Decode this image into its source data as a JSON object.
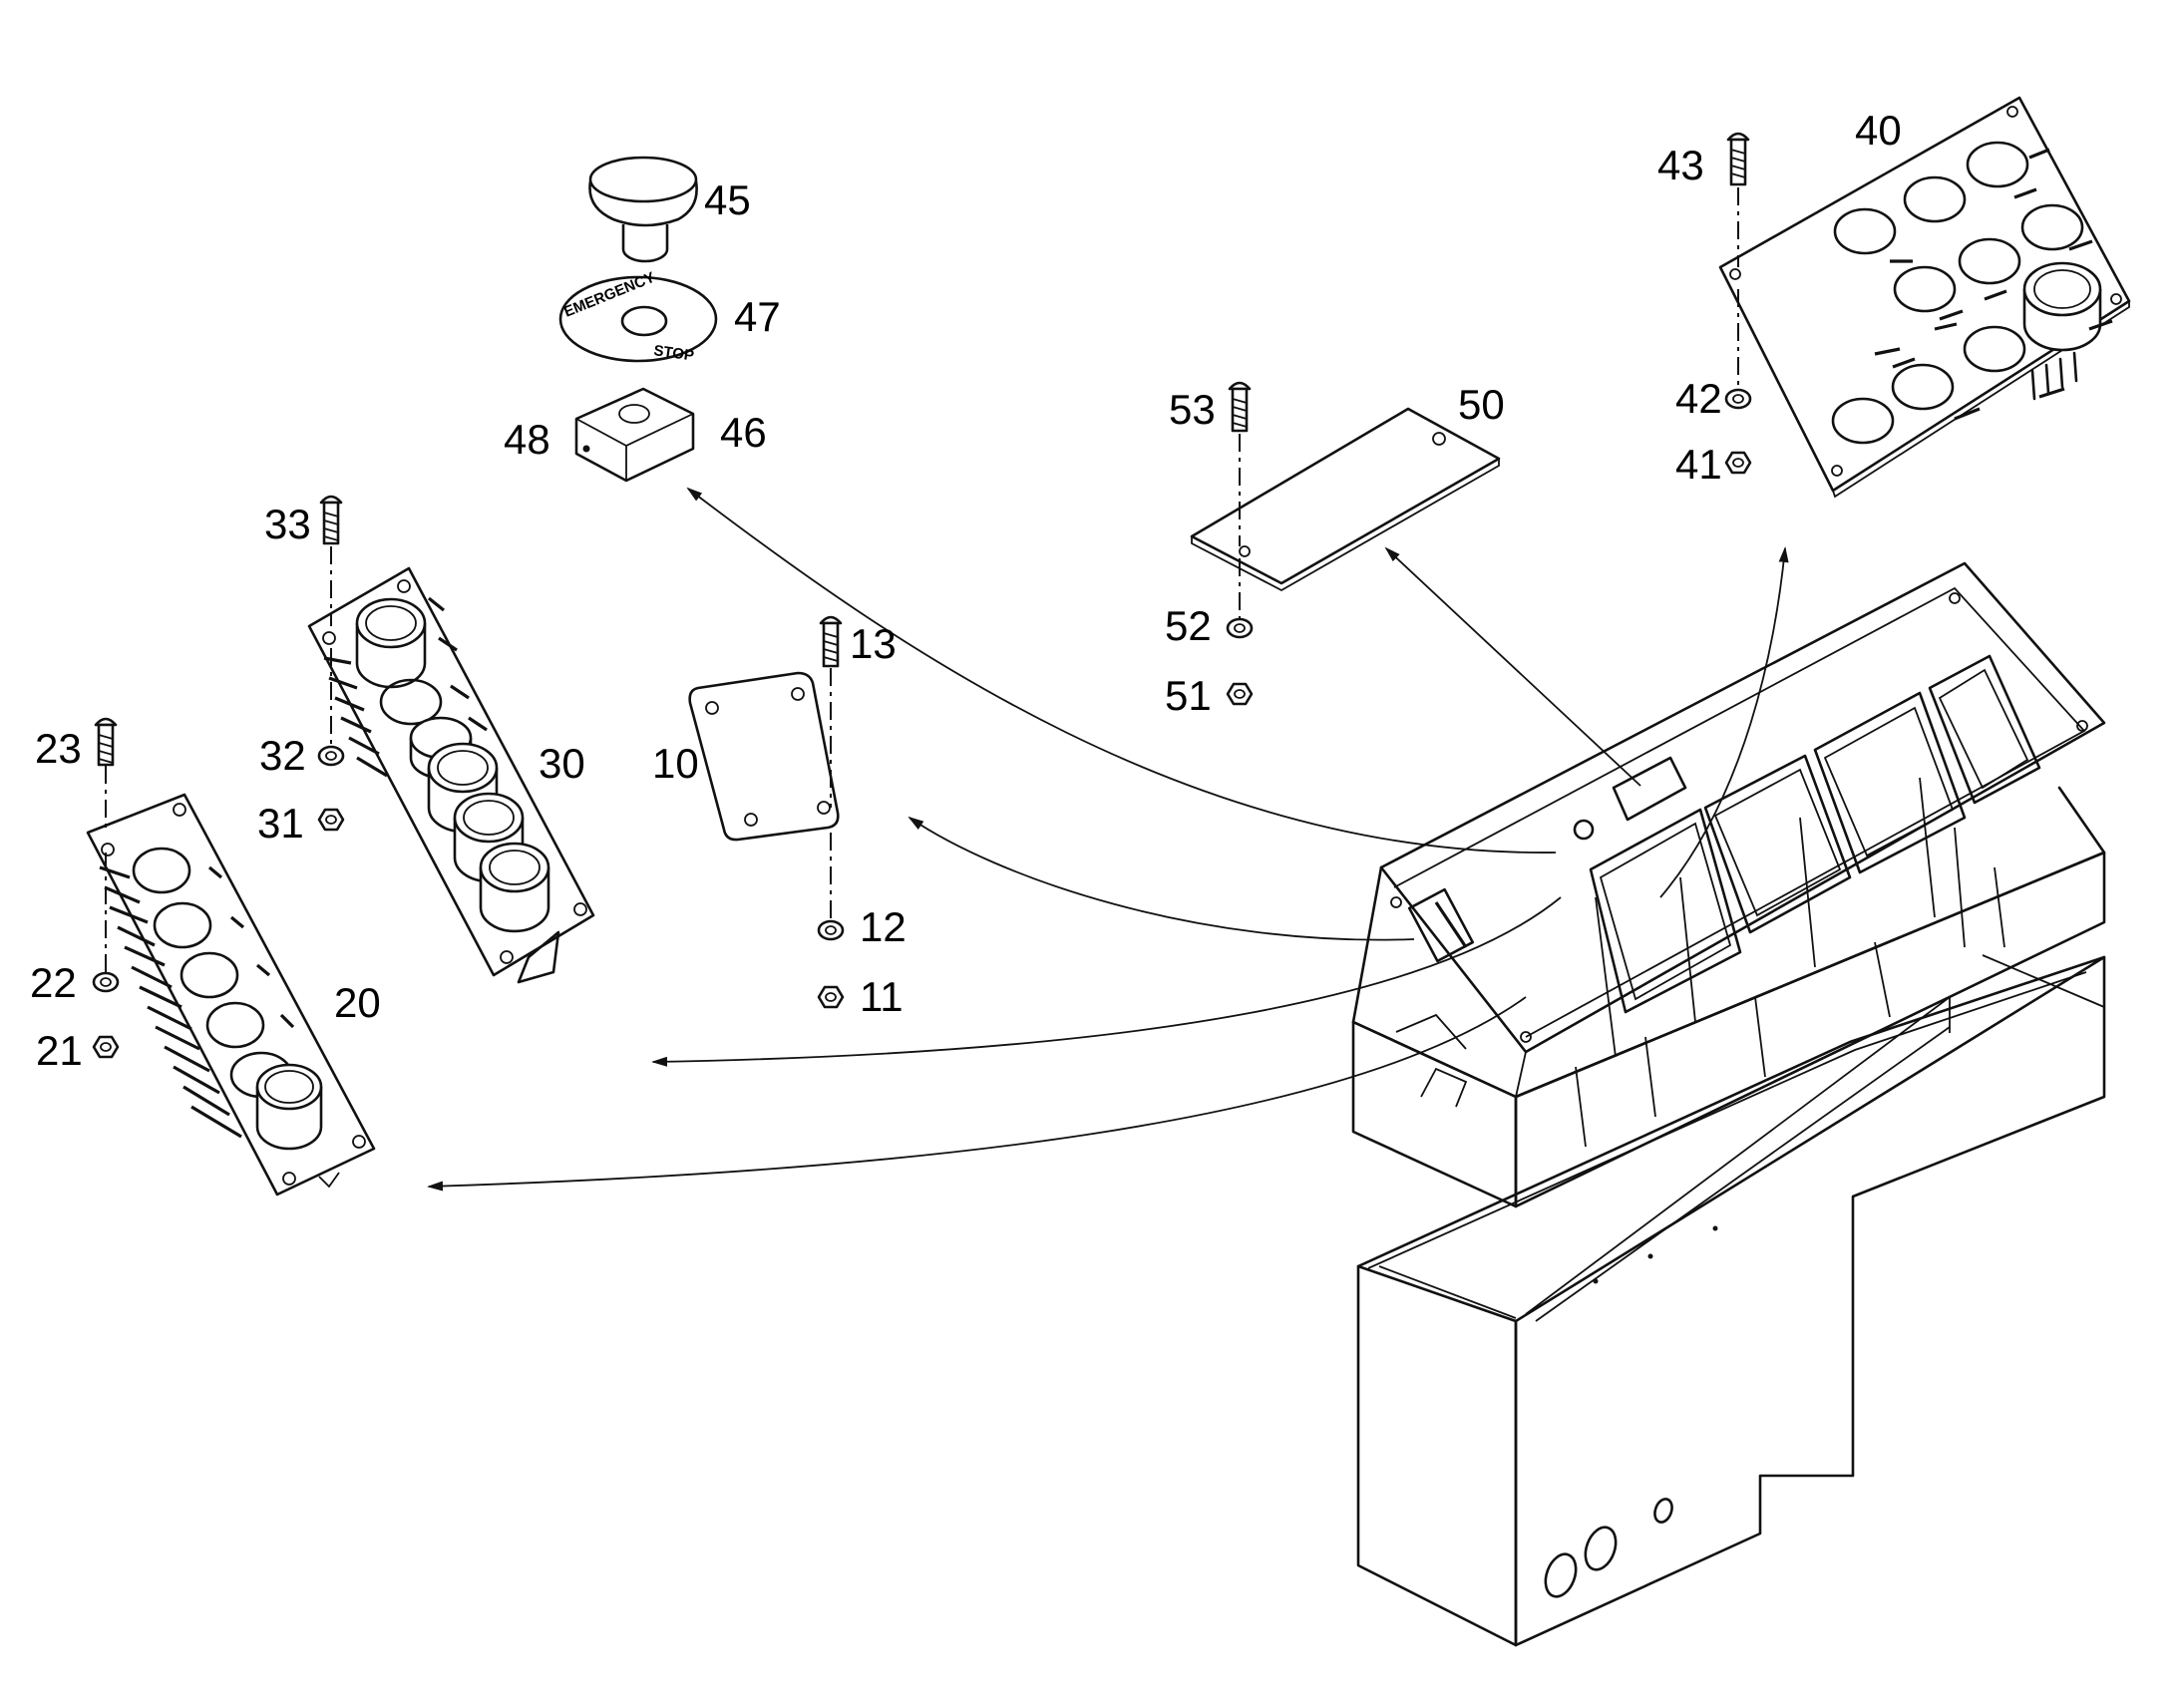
{
  "callouts": {
    "c10": "10",
    "c11": "11",
    "c12": "12",
    "c13": "13",
    "c20": "20",
    "c21": "21",
    "c22": "22",
    "c23": "23",
    "c30": "30",
    "c31": "31",
    "c32": "32",
    "c33": "33",
    "c40": "40",
    "c41": "41",
    "c42": "42",
    "c43": "43",
    "c45": "45",
    "c46": "46",
    "c47": "47",
    "c48": "48",
    "c50": "50",
    "c51": "51",
    "c52": "52",
    "c53": "53"
  },
  "plate_text": {
    "emergency": "EMERGENCY",
    "stop": "STOP"
  }
}
